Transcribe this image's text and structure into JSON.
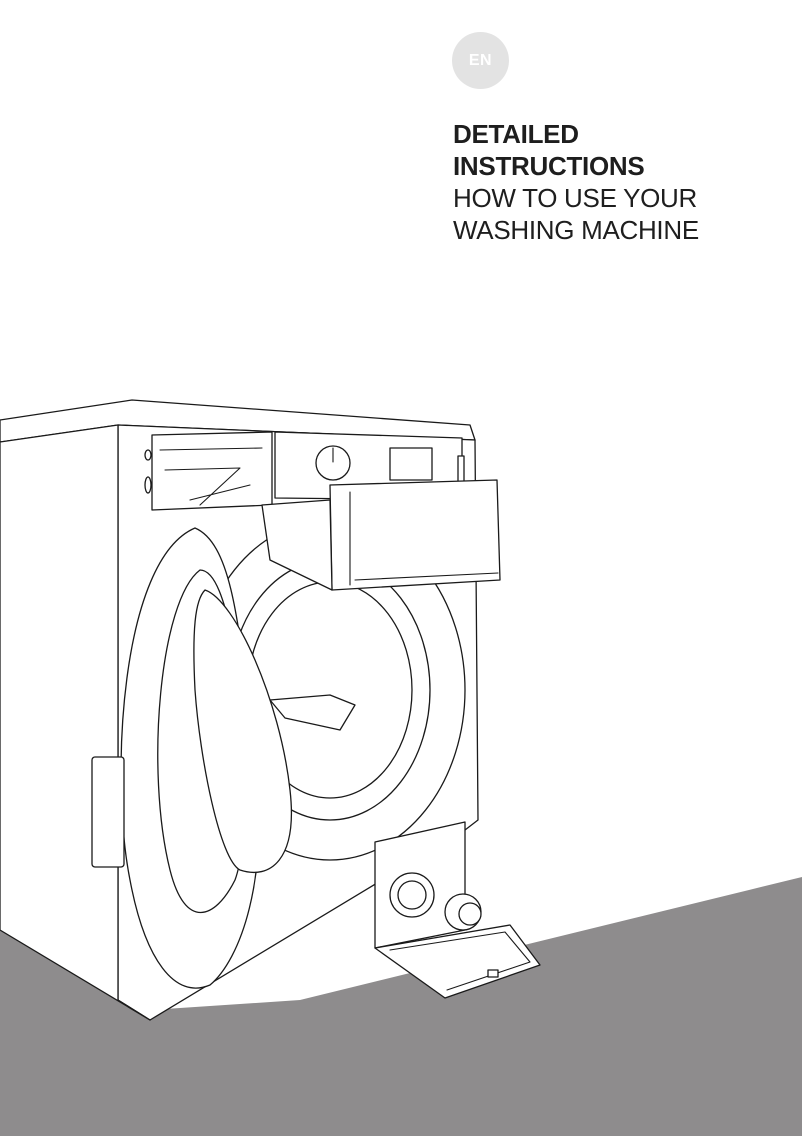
{
  "cover": {
    "language_badge": "EN",
    "title_line_1": "DETAILED",
    "title_line_2": "INSTRUCTIONS",
    "subtitle_line_1": "HOW TO USE YOUR",
    "subtitle_line_2": "WASHING MACHINE"
  },
  "illustration": {
    "subject": "washing-machine-with-open-door-and-drawer",
    "floor_color": "#8e8c8d",
    "line_color": "#1a1a1a",
    "badge_color": "#e3e3e3"
  }
}
